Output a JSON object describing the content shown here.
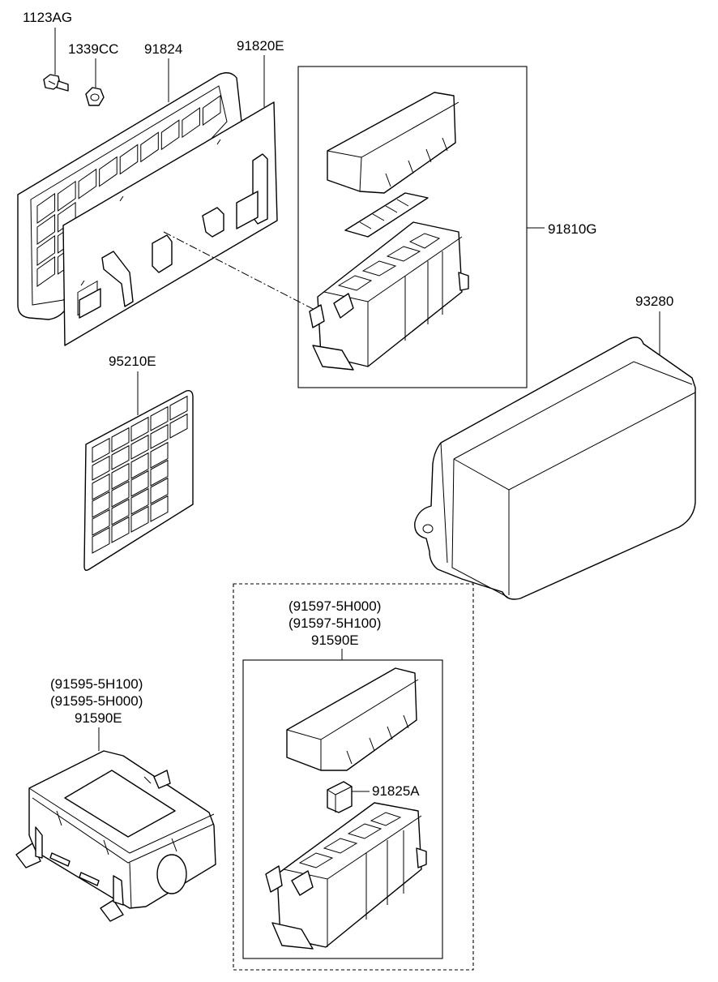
{
  "labels": {
    "bolt": "1123AG",
    "nut": "1339CC",
    "cover_frame": "91824",
    "mount_plate": "91820E",
    "relay_box_assy": "91810G",
    "label_sheet": "95210E",
    "box_cover": "93280",
    "assy_b_part1": "(91597-5H000)",
    "assy_b_part2": "(91597-5H100)",
    "assy_b_part3": "91590E",
    "assy_a_part1": "(91595-5H100)",
    "assy_a_part2": "(91595-5H000)",
    "assy_a_part3": "91590E",
    "relay": "91825A"
  }
}
